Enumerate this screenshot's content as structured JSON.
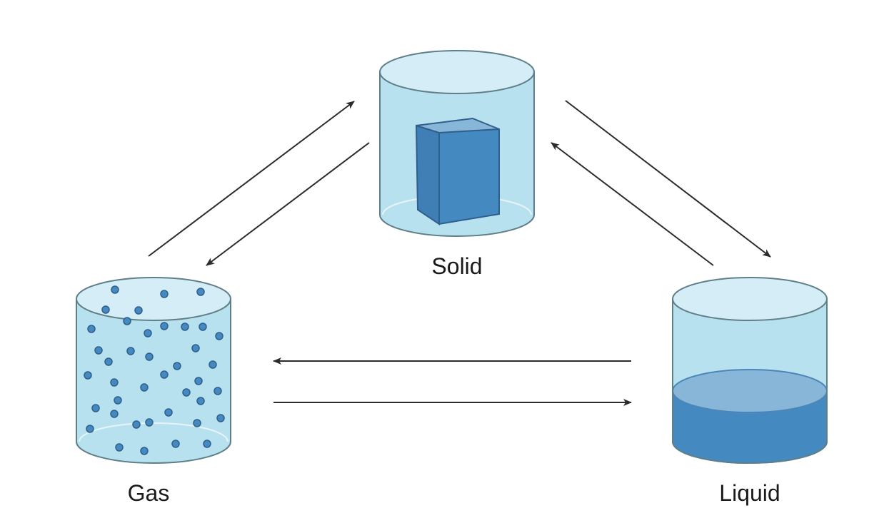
{
  "states": [
    {
      "id": "solid",
      "label": "Solid"
    },
    {
      "id": "gas",
      "label": "Gas"
    },
    {
      "id": "liquid",
      "label": "Liquid"
    }
  ],
  "transitions": [
    {
      "from": "gas",
      "to": "solid"
    },
    {
      "from": "solid",
      "to": "gas"
    },
    {
      "from": "solid",
      "to": "liquid"
    },
    {
      "from": "liquid",
      "to": "solid"
    },
    {
      "from": "liquid",
      "to": "gas"
    },
    {
      "from": "gas",
      "to": "liquid"
    }
  ],
  "colors": {
    "container_fill": "#b8e1ef",
    "container_top": "#d5edf6",
    "container_stroke": "#5f7f88",
    "material": "#4489c0",
    "material_top": "#88b6d9",
    "material_stroke": "#2f5f8c",
    "arrow": "#2b2b2b"
  }
}
